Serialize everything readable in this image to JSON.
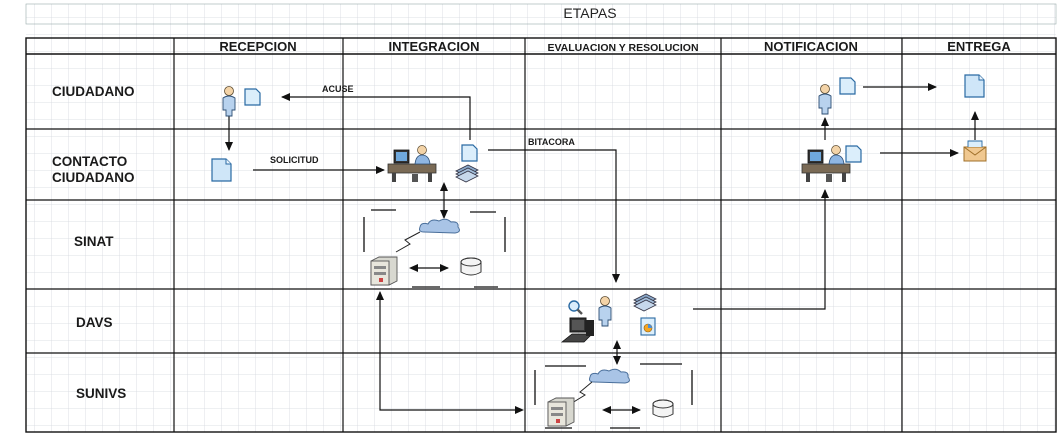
{
  "title": "ETAPAS",
  "columns": [
    "RECEPCION",
    "INTEGRACION",
    "EVALUACION Y RESOLUCION",
    "NOTIFICACION",
    "ENTREGA"
  ],
  "lanes": [
    {
      "line1": "CIUDADANO",
      "line2": ""
    },
    {
      "line1": "CONTACTO",
      "line2": "CIUDADANO"
    },
    {
      "line1": "SINAT",
      "line2": ""
    },
    {
      "line1": "DAVS",
      "line2": ""
    },
    {
      "line1": "SUNIVS",
      "line2": ""
    }
  ],
  "flow_labels": {
    "acuse": "ACUSE",
    "solicitud": "SOLICITUD",
    "bitacora": "BITACORA"
  },
  "icons": [
    "person-icon",
    "document-icon",
    "workstation-icon",
    "document-stack-icon",
    "cloud-icon",
    "server-icon",
    "database-icon",
    "magnifier-icon",
    "computer-icon",
    "envelope-icon",
    "report-icon"
  ],
  "colors": {
    "line": "#222222",
    "grid": "#d0d4da",
    "doc_fill": "#cfe6f8",
    "doc_stroke": "#2a6aa3",
    "cloud": "#a9c4e6",
    "person": "#b8d2ee",
    "envelope": "#f0c890"
  }
}
